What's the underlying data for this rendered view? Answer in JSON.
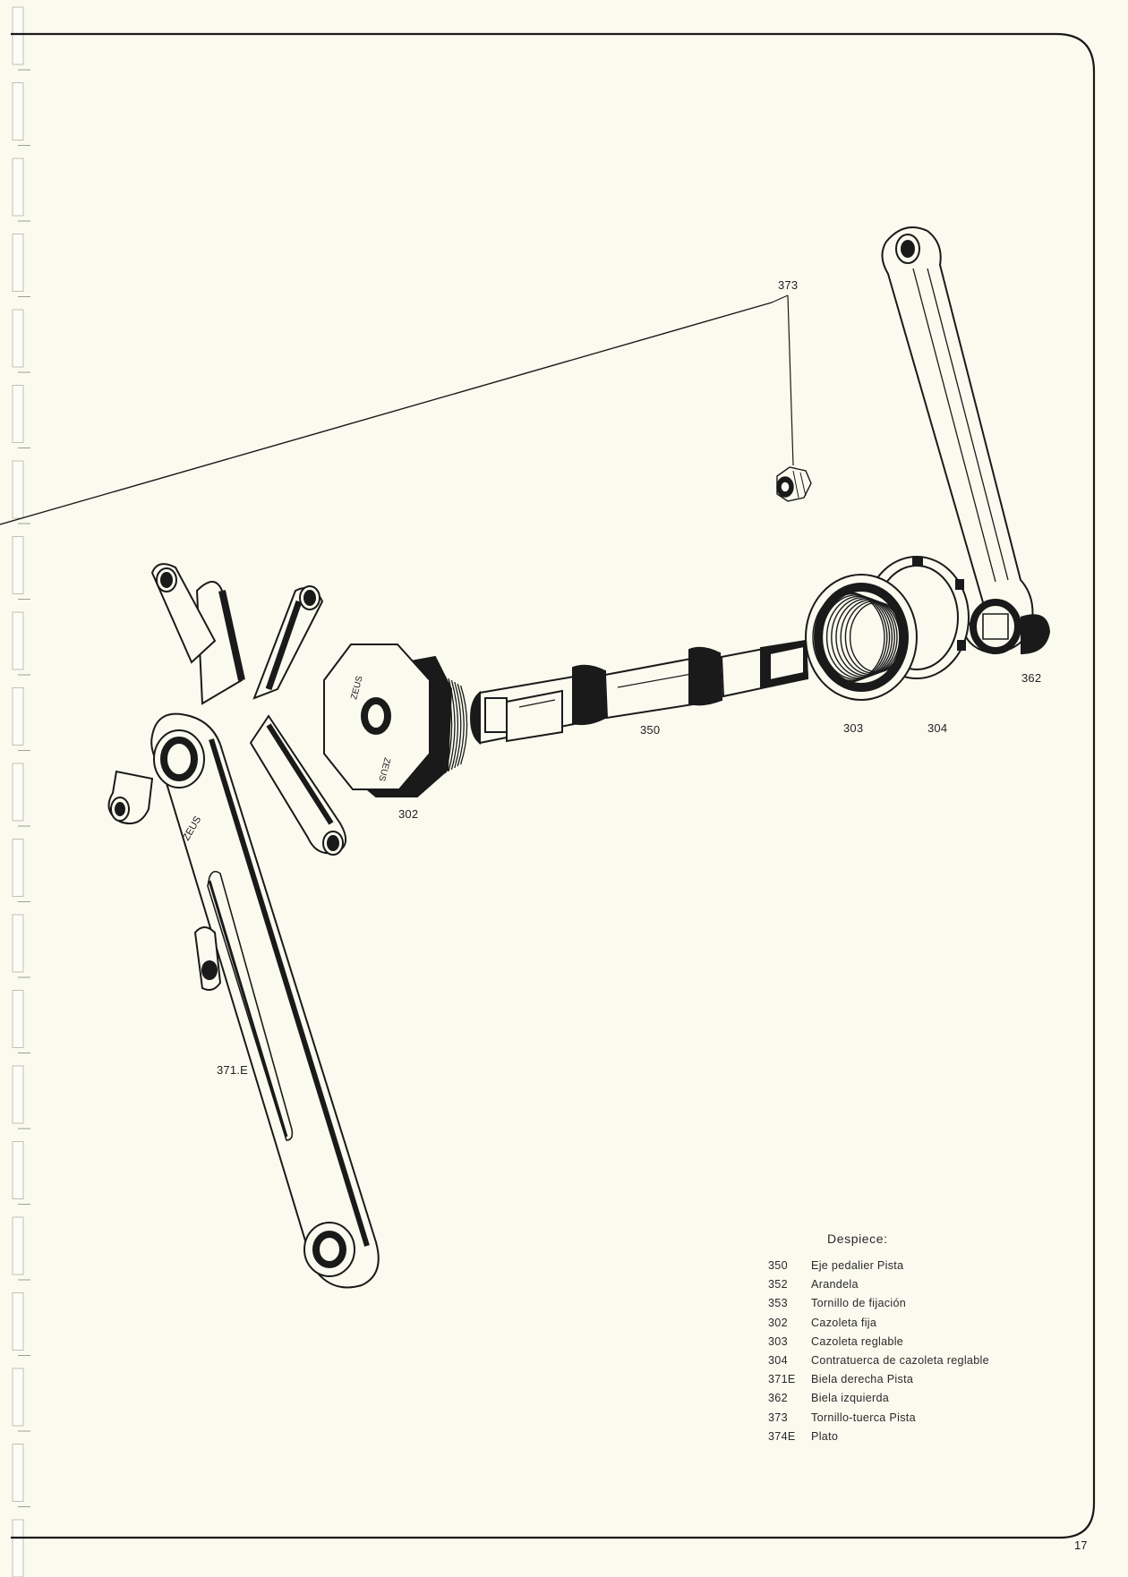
{
  "callouts": {
    "c373": "373",
    "c362": "362",
    "c350": "350",
    "c303": "303",
    "c304": "304",
    "c302": "302",
    "c371e": "371.E"
  },
  "brand_marks": {
    "crank_logo": "ZEUS",
    "cup_logo_top": "ZEUS",
    "cup_logo_bottom": "ZEUS"
  },
  "legend": {
    "title": "Despiece:",
    "items": [
      {
        "code": "350",
        "desc": "Eje pedalier Pista"
      },
      {
        "code": "352",
        "desc": "Arandela"
      },
      {
        "code": "353",
        "desc": "Tornillo de fijación"
      },
      {
        "code": "302",
        "desc": "Cazoleta fija"
      },
      {
        "code": "303",
        "desc": "Cazoleta reglable"
      },
      {
        "code": "304",
        "desc": "Contratuerca de cazoleta reglable"
      },
      {
        "code": "371E",
        "desc": "Biela derecha Pista"
      },
      {
        "code": "362",
        "desc": "Biela izquierda"
      },
      {
        "code": "373",
        "desc": "Tornillo-tuerca Pista"
      },
      {
        "code": "374E",
        "desc": "Plato"
      }
    ]
  },
  "page_number": "17",
  "colors": {
    "paper": "#fbfaef",
    "ink": "#1a1a1a",
    "binding_strip": "#cfd0c7"
  }
}
